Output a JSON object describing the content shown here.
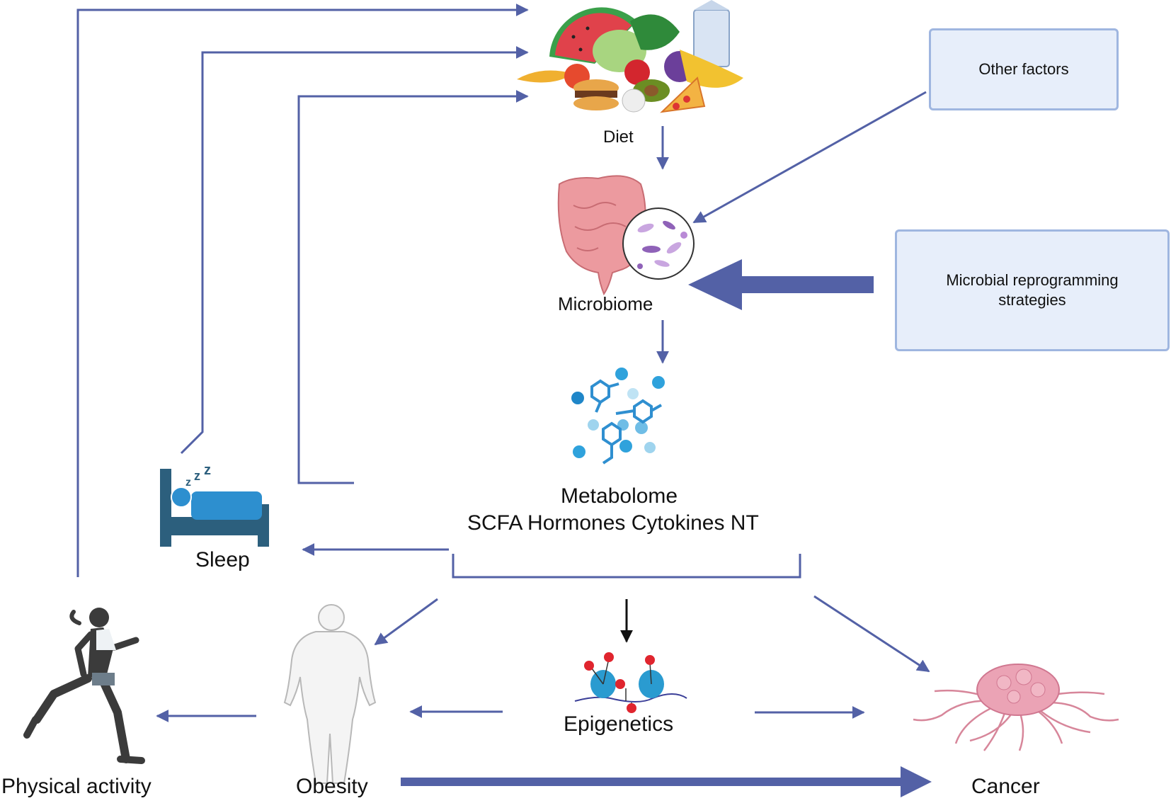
{
  "nodes": {
    "diet": "Diet",
    "microbiome": "Microbiome",
    "metabolome_title": "Metabolome",
    "metabolome_sub": "SCFA Hormones Cytokines NT",
    "sleep": "Sleep",
    "physical_activity": "Physical activity",
    "obesity": "Obesity",
    "epigenetics": "Epigenetics",
    "cancer": "Cancer"
  },
  "boxes": {
    "other_factors": "Other factors",
    "microbial_line1": "Microbial reprogramming",
    "microbial_line2": "strategies"
  },
  "colors": {
    "arrow": "#5361a6",
    "black_arrow": "#111111",
    "box_fill": "#e7eefa",
    "box_border": "#9fb6e0"
  }
}
